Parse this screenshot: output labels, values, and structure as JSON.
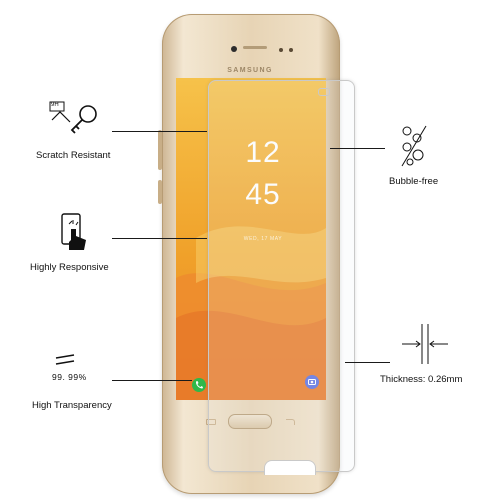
{
  "phone": {
    "brand": "SAMSUNG",
    "clock_hours": "12",
    "clock_minutes": "45",
    "date_text": "WED, 17 MAY",
    "body_color": "#e7d4b5",
    "screen_color": "#f2b12c"
  },
  "features": {
    "scratch_resistant": {
      "label": "Scratch Resistant",
      "badge": "9H",
      "icon": "key-icon"
    },
    "highly_responsive": {
      "label": "Highly Responsive",
      "icon": "touch-hand-icon"
    },
    "high_transparency": {
      "label": "High Transparency",
      "value": "99. 99%",
      "icon": "transparency-icon"
    },
    "bubble_free": {
      "label": "Bubble-free",
      "icon": "bubbles-icon"
    },
    "thickness": {
      "label": "Thickness: 0.26mm",
      "icon": "thickness-arrows-icon"
    }
  }
}
